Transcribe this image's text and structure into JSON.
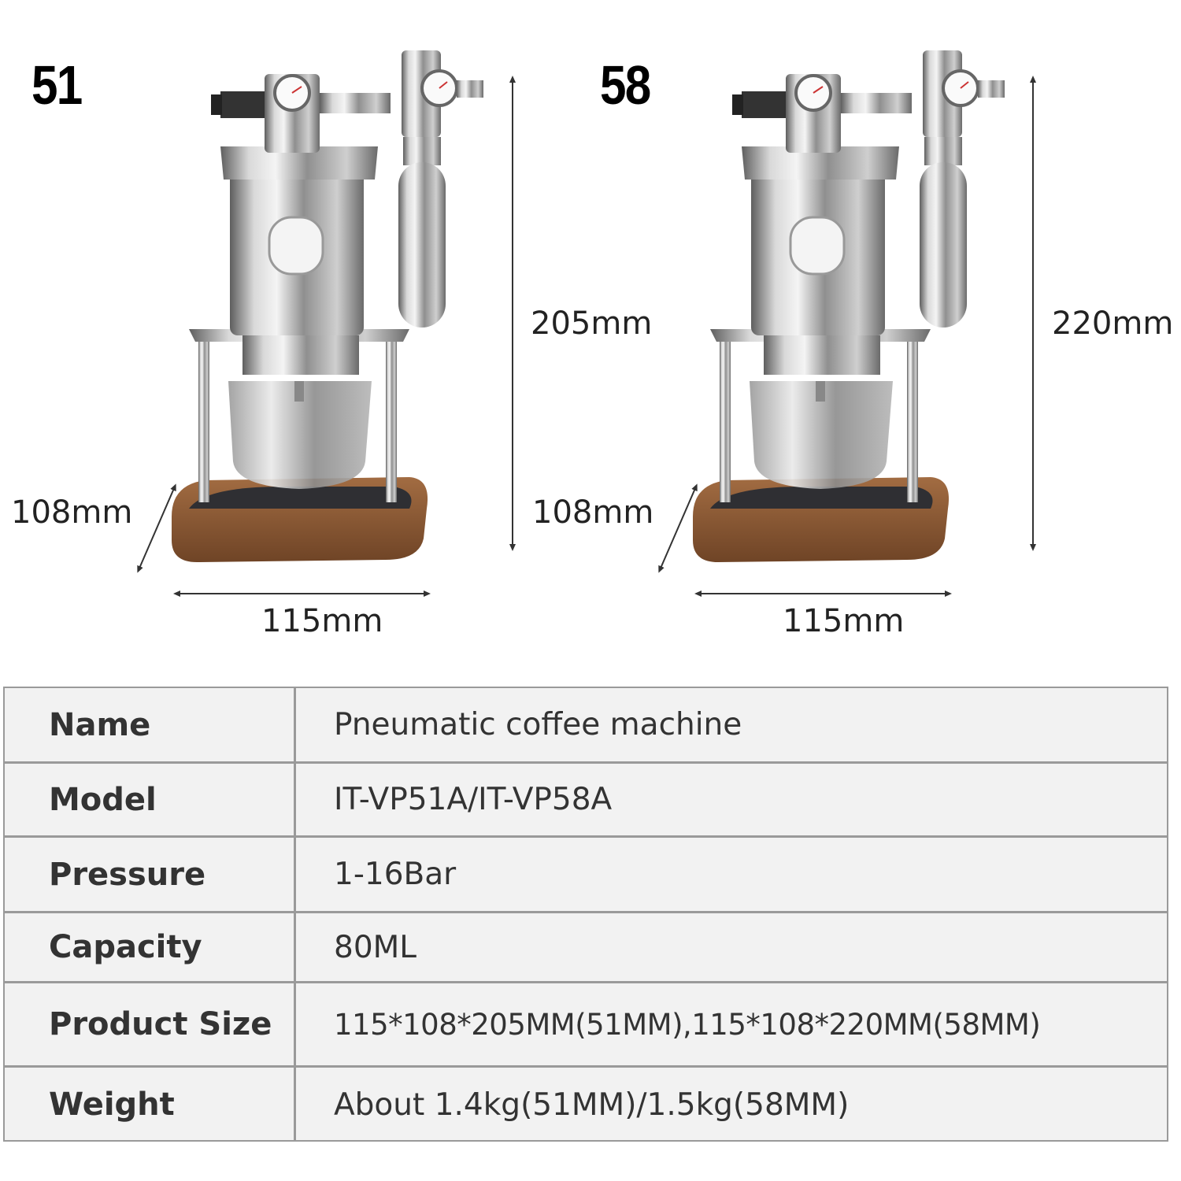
{
  "models": [
    {
      "label": "51",
      "height": "205mm",
      "depth": "108mm",
      "width": "115mm"
    },
    {
      "label": "58",
      "height": "220mm",
      "depth": "108mm",
      "width": "115mm"
    }
  ],
  "colors": {
    "steel_dark": "#6e6e6e",
    "steel_light": "#e6e6e6",
    "wood": "#8a5a36",
    "base_dark": "#2f2f33",
    "table_bg": "#f2f2f2",
    "table_border": "#9a9a9a"
  },
  "specs": [
    {
      "key": "Name",
      "value": "Pneumatic coffee machine"
    },
    {
      "key": "Model",
      "value": "IT-VP51A/IT-VP58A"
    },
    {
      "key": "Pressure",
      "value": "1-16Bar"
    },
    {
      "key": "Capacity",
      "value": "80ML"
    },
    {
      "key": "Product Size",
      "value": "115*108*205MM(51MM),115*108*220MM(58MM)"
    },
    {
      "key": "Weight",
      "value": "About 1.4kg(51MM)/1.5kg(58MM)"
    }
  ]
}
